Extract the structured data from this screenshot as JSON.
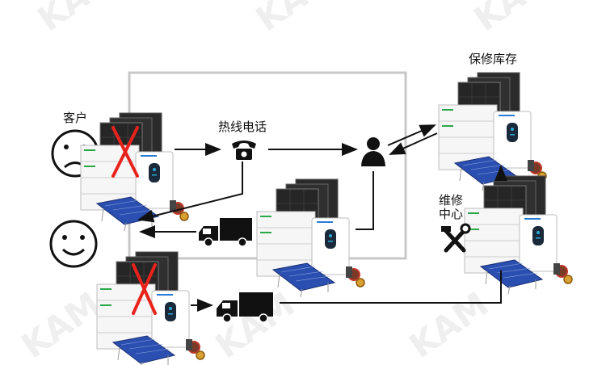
{
  "labels": {
    "customer": "客户",
    "hotline": "热线电话",
    "warehouse": "保修库存",
    "repair_line1": "维修",
    "repair_line2": "中心"
  },
  "colors": {
    "frame": "#c8c8c8",
    "arrow": "#111111",
    "cross": "#e8231b",
    "panel": "#2b2b2b",
    "battery": "#f4f4f4",
    "inverter_screen": "#1a2a3a",
    "inverter_led": "#2aa8d8",
    "solar_blue": "#2a4fb0",
    "watermark": "#eeeeee"
  },
  "icons": [
    "sad-face-icon",
    "happy-face-icon",
    "telephone-icon",
    "person-icon",
    "truck-icon",
    "tools-icon",
    "cross-mark-icon"
  ]
}
